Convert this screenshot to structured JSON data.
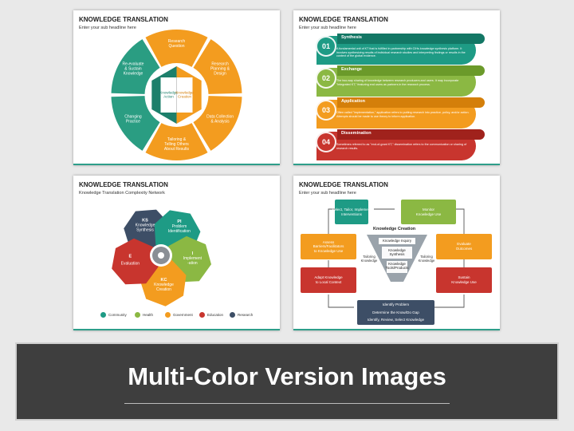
{
  "slide1": {
    "title": "KNOWLEDGE TRANSLATION",
    "subtitle": "Enter your sub headline here",
    "segments": [
      {
        "label": "Research\nQuestion",
        "color": "#f39c1f"
      },
      {
        "label": "Research\nPlanning &\nDesign",
        "color": "#f39c1f"
      },
      {
        "label": "Data Collection\n& Analysis",
        "color": "#f39c1f"
      },
      {
        "label": "Tailoring &\nTelling Others\nAbout Results",
        "color": "#f39c1f"
      },
      {
        "label": "Changing\nPractice",
        "color": "#2a9d82"
      },
      {
        "label": "Re-evaluate\n& Sustain\nKnowledge",
        "color": "#2a9d82"
      }
    ],
    "inner_left": "Knowledge\nAction",
    "inner_right": "Knowledge\nCreation"
  },
  "slide2": {
    "title": "KNOWLEDGE TRANSLATION",
    "subtitle": "Enter your sub headline here",
    "steps": [
      {
        "num": "01",
        "name": "Synthesis",
        "color": "#1e9b85",
        "dark": "#137765",
        "desc": "A fundamental unit of KT that is fulfilled in partnership with CIHs knowledge synthesis platform. It involves synthesizing results of individual research studies and interpreting findings or results in the context of the global evidence."
      },
      {
        "num": "02",
        "name": "Exchange",
        "color": "#8bb843",
        "dark": "#6b9a2a",
        "desc": "The two-way sharing of knowledge between research producers and users. It may incorporate \"integrated KT,\" featuring end users as partners in the research process."
      },
      {
        "num": "03",
        "name": "Application",
        "color": "#f39c1f",
        "dark": "#d47f0a",
        "desc": "Often called \"implementation,\" application refers to putting research into practice, policy, and/or action. Attempts should be made to use theory to inform application."
      },
      {
        "num": "04",
        "name": "Dissemination",
        "color": "#c8352e",
        "dark": "#a0221c",
        "desc": "Sometimes referred to as \"end-of-grant KT,\" dissemination refers to the communication or sharing of research results."
      }
    ]
  },
  "slide3": {
    "title": "KNOWLEDGE TRANSLATION",
    "subtitle": "Knowledge Translation Complexity Network",
    "petals": [
      {
        "code": "KS",
        "label": "Knowledge\nSynthesis",
        "color": "#3d4e66"
      },
      {
        "code": "PI",
        "label": "Problem\nIdentification",
        "color": "#1e9b85"
      },
      {
        "code": "I",
        "label": "Implement\n-ation",
        "color": "#8bb843"
      },
      {
        "code": "KC",
        "label": "Knowledge\nCreation",
        "color": "#f39c1f"
      },
      {
        "code": "E",
        "label": "Evaluation",
        "color": "#c8352e"
      }
    ],
    "legend": [
      {
        "label": "Community",
        "color": "#1e9b85"
      },
      {
        "label": "Health",
        "color": "#8bb843"
      },
      {
        "label": "Government",
        "color": "#f39c1f"
      },
      {
        "label": "Education",
        "color": "#c8352e"
      },
      {
        "label": "Research",
        "color": "#3d4e66"
      }
    ]
  },
  "slide4": {
    "title": "KNOWLEDGE TRANSLATION",
    "subtitle": "Enter your sub headline here",
    "select": "Select, Tailor, Implement\nInterventions",
    "monitor": "Monitor\nKnowledge Use",
    "assess": "Assess\nBarriers/Facilitators\nto Knowledge Use",
    "evaluate": "Evaluate\nOutcomes",
    "adapt": "Adapt Knowledge\nto Local Context",
    "sustain": "Sustain\nKnowledge Use",
    "creation": "Knowledge Creation",
    "inquiry": "Knowledge Inquiry",
    "synthesis": "Knowledge\nSynthesis",
    "tools": "Knowledge\nTools/Products",
    "tailor_left": "Tailoring\nKnowledge",
    "tailor_right": "Tailoring\nKnowledge",
    "identify": "Identify Problem",
    "determine": "Determine the Know/Do Gap",
    "review": "Identify, Review, Select Knowledge"
  },
  "banner": {
    "title": "Multi-Color Version Images"
  }
}
